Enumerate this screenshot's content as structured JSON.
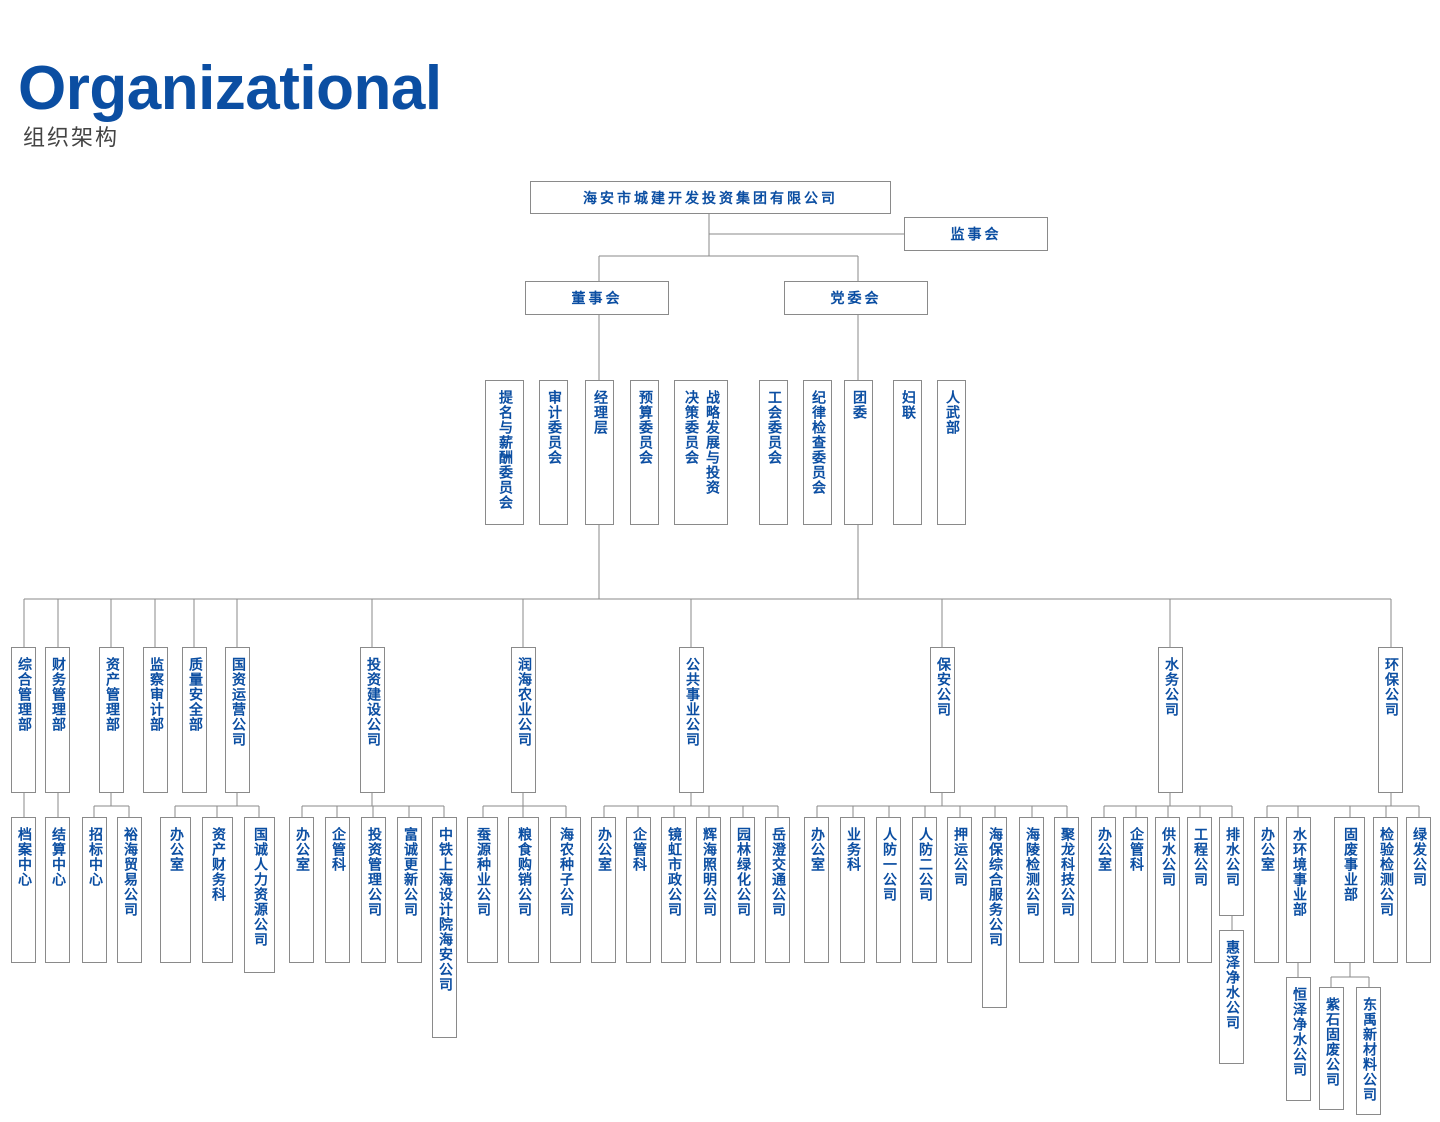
{
  "header": {
    "title_en": "Organizational",
    "title_cn": "组织架构"
  },
  "colors": {
    "accent": "#0b4ea2",
    "line": "#8a8a8a"
  },
  "org": {
    "top": "海安市城建开发投资集团有限公司",
    "supervisory_board": "监事会",
    "board_of_directors": "董事会",
    "party_committee": "党委会",
    "board_units": {
      "nomination_committee": [
        "提名与薪酬委员会"
      ],
      "audit_committee": [
        "审计委员会"
      ],
      "management": [
        "经理层"
      ],
      "budget_committee": [
        "预算委员会"
      ],
      "strategy_committee": [
        "战略发展与投资",
        "决策委员会"
      ]
    },
    "party_units": {
      "union_committee": [
        "工会委员会"
      ],
      "discipline_committee": [
        "纪律检查委员会"
      ],
      "youth_league": [
        "团委"
      ],
      "womens_federation": [
        "妇联"
      ],
      "armed_forces_dept": [
        "人武部"
      ]
    },
    "departments": {
      "general_mgmt": "综合管理部",
      "finance": "财务管理部",
      "asset_mgmt": "资产管理部",
      "audit_dept": "监察审计部",
      "quality_safety": "质量安全部",
      "state_asset_ops": "国资运营公司",
      "investment_construction": "投资建设公司",
      "runhai_agri": "润海农业公司",
      "public_utility": "公共事业公司",
      "security_co": "保安公司",
      "water_co": "水务公司",
      "env_protection": "环保公司"
    },
    "sub_units": {
      "archive_center": "档案中心",
      "settlement_center": "结算中心",
      "bidding_center": "招标中心",
      "yuhai_trade": "裕海贸易公司",
      "gz_office": "办公室",
      "gz_asset_finance": "资产财务科",
      "gz_hr": "国诚人力资源公司",
      "tz_office": "办公室",
      "tz_mgmt": "企管科",
      "tz_invest_mgmt": "投资管理公司",
      "tz_fuchen": "富诚更新公司",
      "tz_ztsj": "中铁上海设计院海安公司",
      "rh_silkworm": "蚕源种业公司",
      "rh_grain": "粮食购销公司",
      "rh_seed": "海农种子公司",
      "gg_office": "办公室",
      "gg_mgmt": "企管科",
      "gg_jinghong": "镜虹市政公司",
      "gg_huihai": "辉海照明公司",
      "gg_garden": "园林绿化公司",
      "gg_yuecheng": "岳澄交通公司",
      "ba_office": "办公室",
      "ba_business": "业务科",
      "ba_cd1": "人防一公司",
      "ba_cd2": "人防二公司",
      "ba_escort": "押运公司",
      "ba_haibao": "海保综合服务公司",
      "ba_hailing": "海陵检测公司",
      "ba_julong": "聚龙科技公司",
      "sw_office": "办公室",
      "sw_mgmt": "企管科",
      "sw_supply": "供水公司",
      "sw_eng": "工程公司",
      "sw_drain": "排水公司",
      "sw_huize": "惠泽净水公司",
      "hb_office": "办公室",
      "hb_water_env": "水环境事业部",
      "hb_hengze": "恒泽净水公司",
      "hb_solid": "固废事业部",
      "hb_zishi": "紫石固废公司",
      "hb_dongyu": "东禹新材料公司",
      "hb_inspect": "检验检测公司",
      "hb_lvfa": "绿发公司"
    }
  }
}
